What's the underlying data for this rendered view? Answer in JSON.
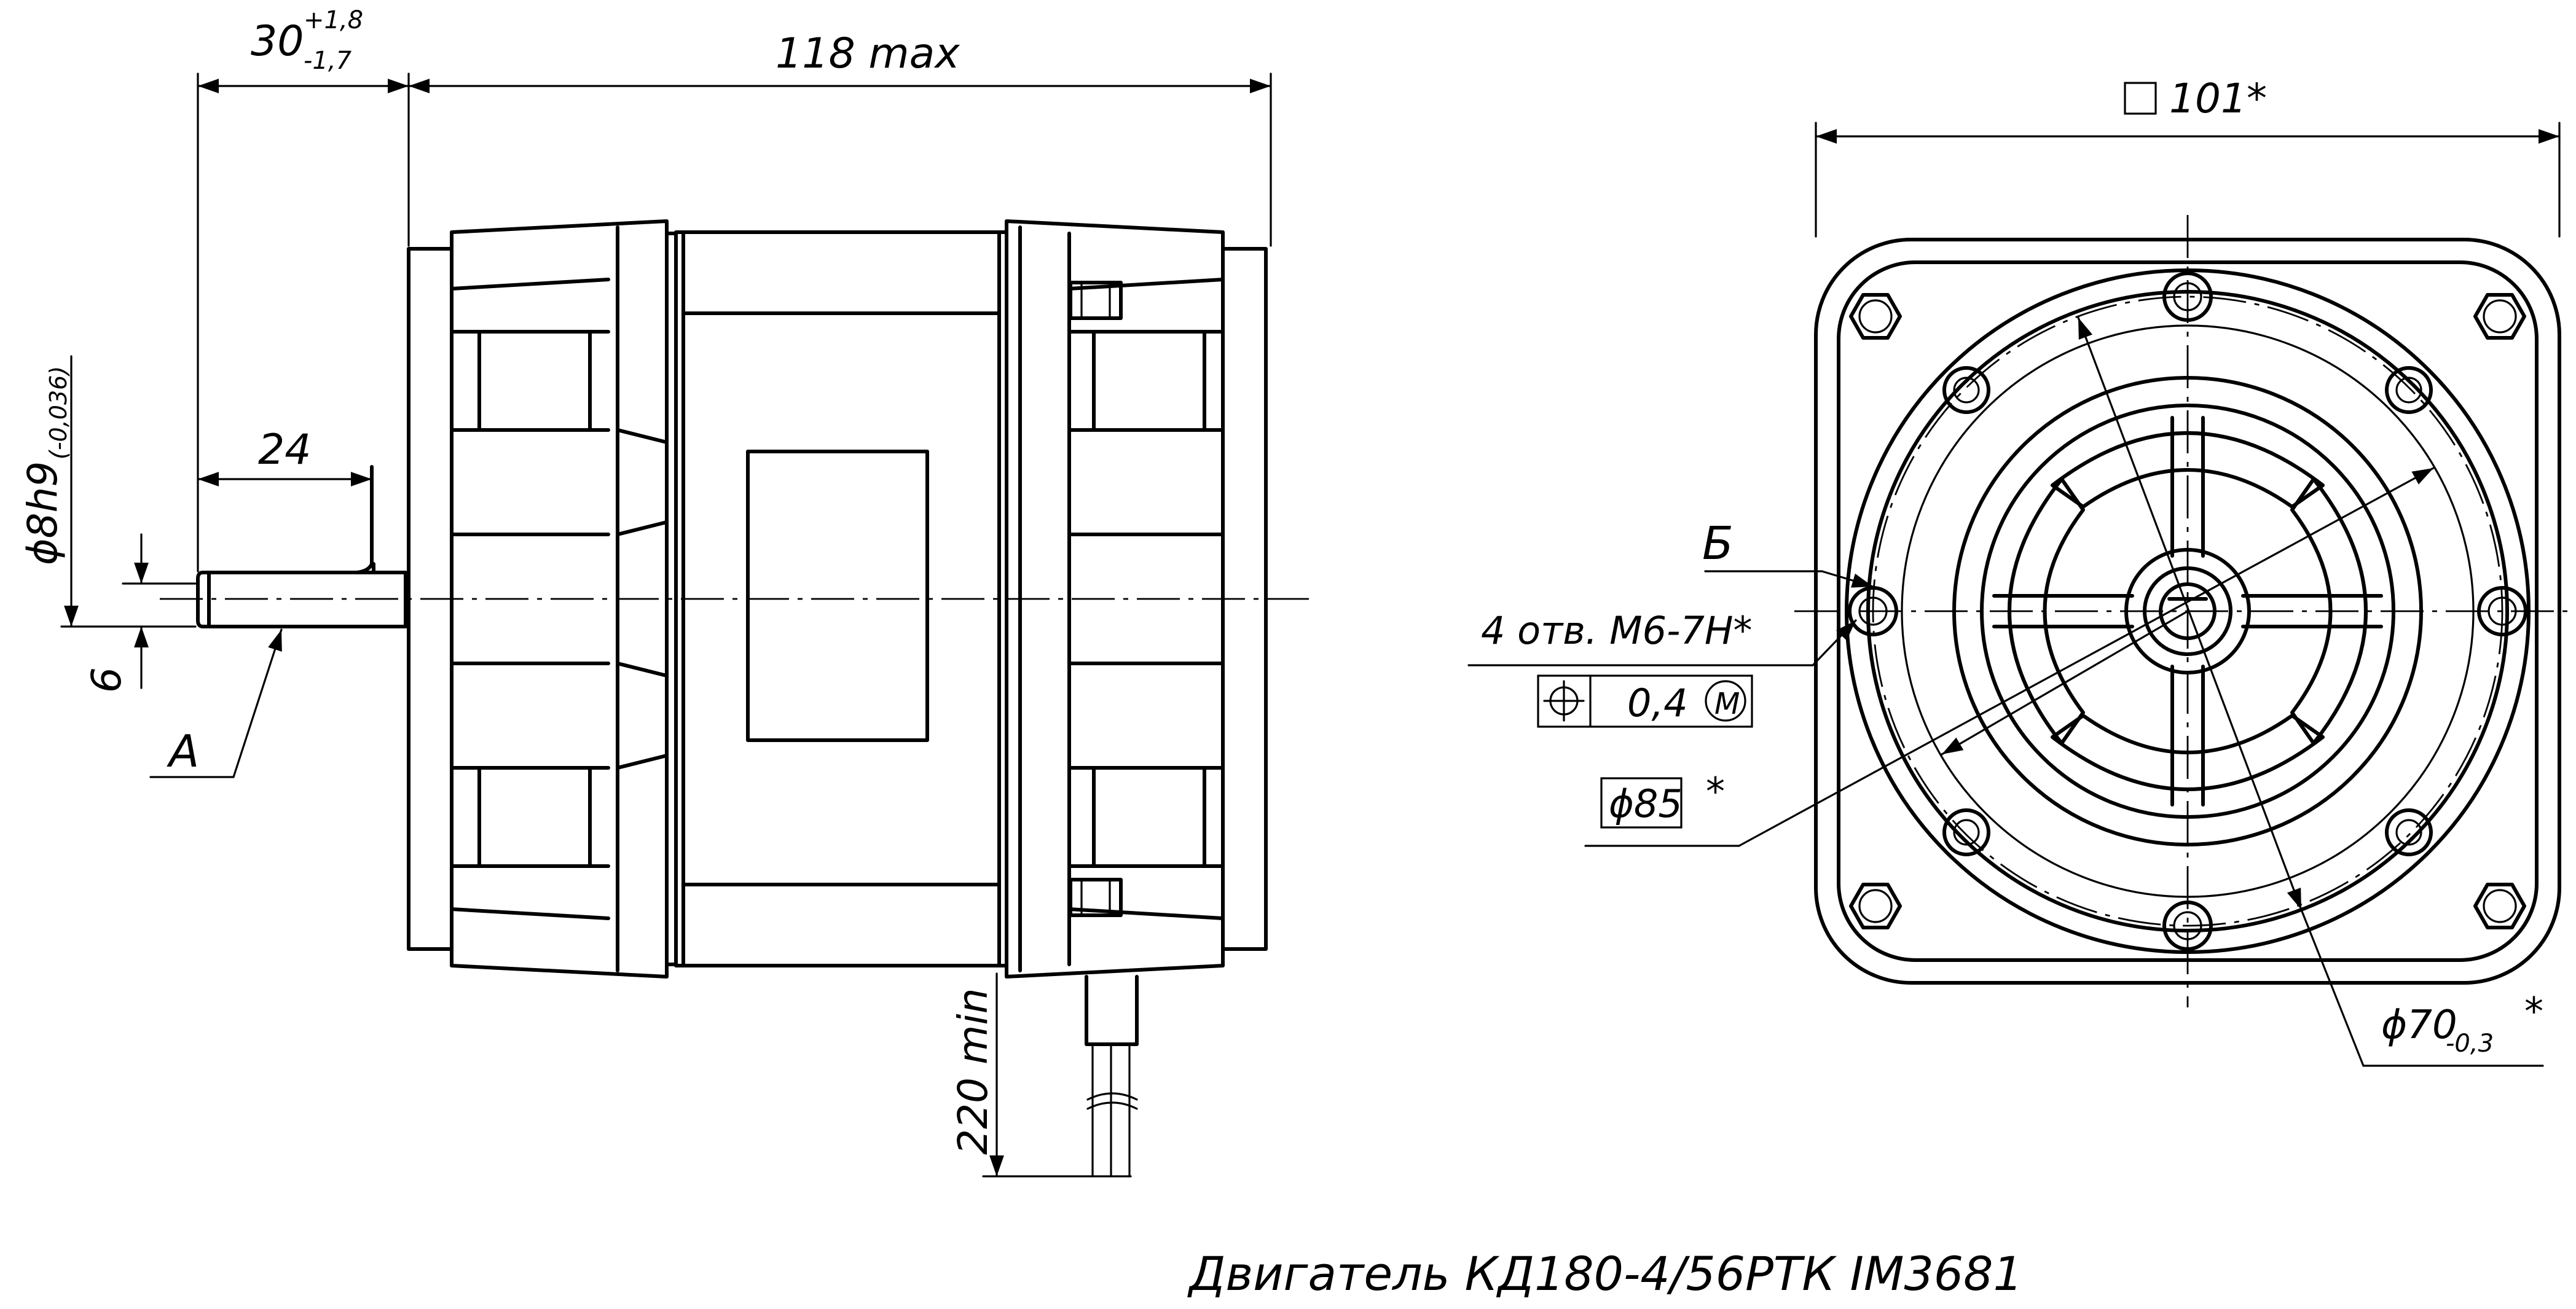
{
  "drawing": {
    "title": "Двигатель КД180-4/56РТК IM3681",
    "side_view": {
      "dim_shaft_offset_main": "30",
      "dim_shaft_offset_upper": "+1,8",
      "dim_shaft_offset_lower": "-1,7",
      "dim_overall_length": "118 max",
      "dim_key_length": "24",
      "dim_shaft_diameter_main": "ϕ8h9",
      "dim_shaft_diameter_tol": "(-0,036)",
      "dim_key_height": "6",
      "dim_cable_length": "220 min",
      "datum_a": "А"
    },
    "end_view": {
      "dim_square": "101*",
      "datum_b": "Б",
      "holes_note": "4 отв. М6-7Н*",
      "position_tolerance": "0,4",
      "position_modifier": "M",
      "dim_bolt_circle": "ϕ85",
      "dim_bolt_circle_star": "*",
      "dim_pilot_main": "ϕ70",
      "dim_pilot_tol": "-0,3",
      "dim_pilot_star": "*"
    }
  }
}
